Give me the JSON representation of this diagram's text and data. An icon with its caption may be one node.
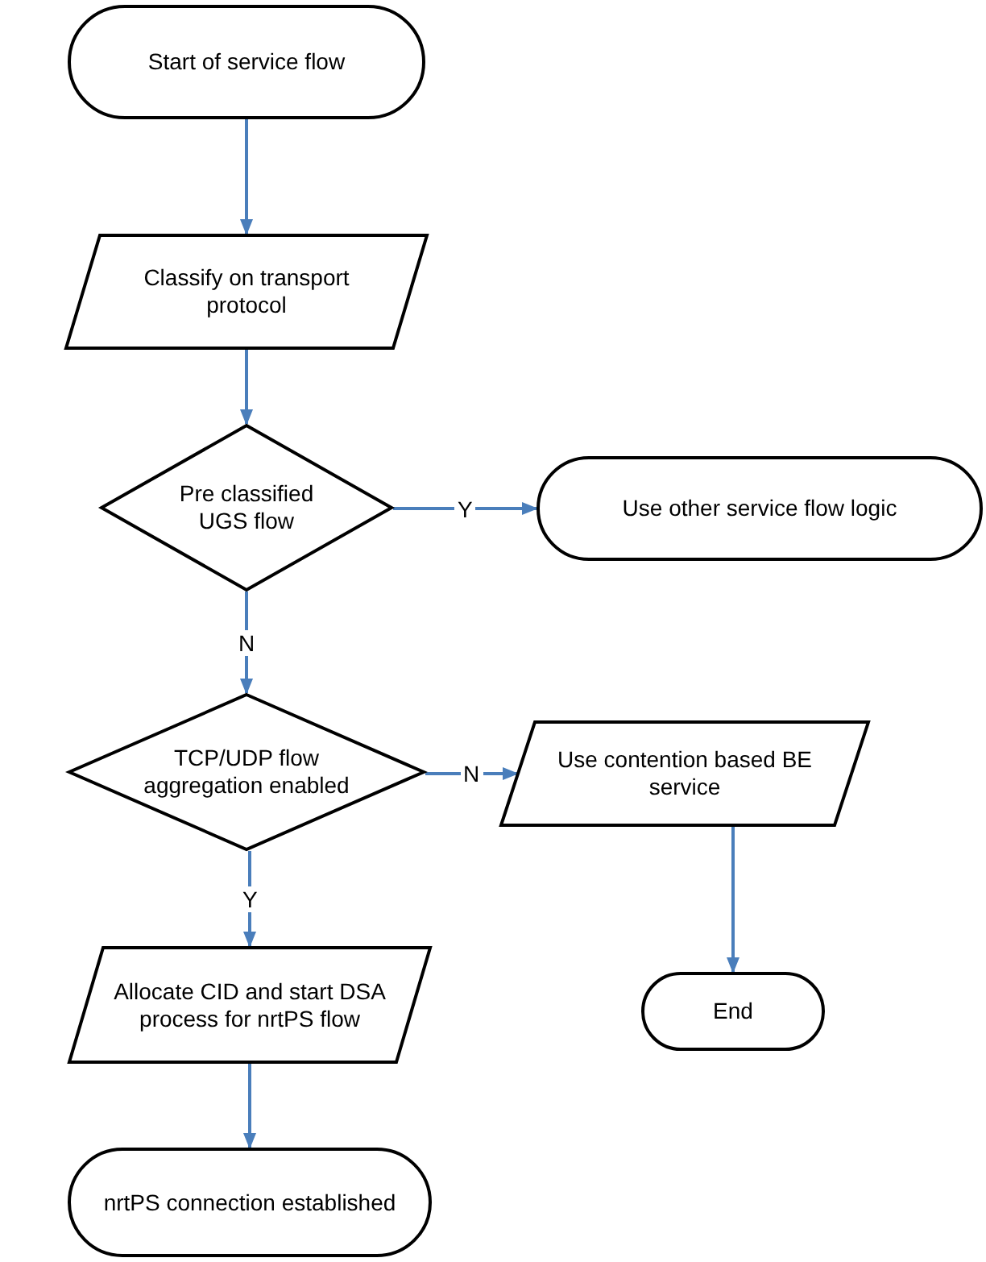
{
  "diagram": {
    "nodes": [
      {
        "text": [
          "Start of service flow"
        ]
      },
      {
        "text": [
          "Classify on transport protocol"
        ]
      },
      {
        "text": [
          "Pre classified UGS flow"
        ]
      },
      {
        "text": [
          "Use other service flow logic"
        ]
      },
      {
        "text": [
          "TCP/UDP flow aggregation enabled"
        ]
      },
      {
        "text": [
          "Use contention based BE service"
        ]
      },
      {
        "text": [
          "End"
        ]
      },
      {
        "text": [
          "Allocate CID and start DSA process for nrtPS flow"
        ]
      },
      {
        "text": [
          "nrtPS connection established"
        ]
      }
    ],
    "edges": [
      {
        "from": 0,
        "to": 1,
        "arrow": "to"
      },
      {
        "from": 1,
        "to": 2,
        "arrow": "to"
      },
      {
        "from": 2,
        "to": 3,
        "arrow": "to",
        "label": "Y"
      },
      {
        "from": 2,
        "to": 4,
        "arrow": "to",
        "label": "N"
      },
      {
        "from": 4,
        "to": 5,
        "arrow": "to",
        "label": "N"
      },
      {
        "from": 4,
        "to": 7,
        "arrow": "to",
        "label": "Y"
      },
      {
        "from": 5,
        "to": 6,
        "arrow": "to"
      },
      {
        "from": 7,
        "to": 8,
        "arrow": "to"
      }
    ]
  }
}
